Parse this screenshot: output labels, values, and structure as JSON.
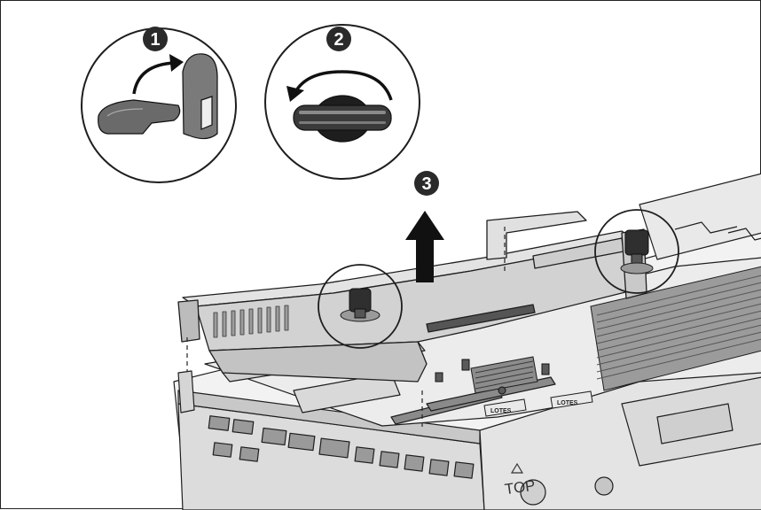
{
  "steps": [
    {
      "number": "1",
      "action": "flip-latch-up"
    },
    {
      "number": "2",
      "action": "rotate-knob-counterclockwise"
    },
    {
      "number": "3",
      "action": "lift-riser-cage"
    }
  ],
  "labels": {
    "top_mark": "TOP",
    "chip_label_a": "LOTES",
    "chip_label_b": "LOTES"
  },
  "colors": {
    "outline": "#1e1e1e",
    "metal_light": "#e6e6e6",
    "metal_mid": "#b9b9b9",
    "metal_dark": "#6e6e6e",
    "knob": "#2f2f2f",
    "badge": "#2a2a2a"
  }
}
